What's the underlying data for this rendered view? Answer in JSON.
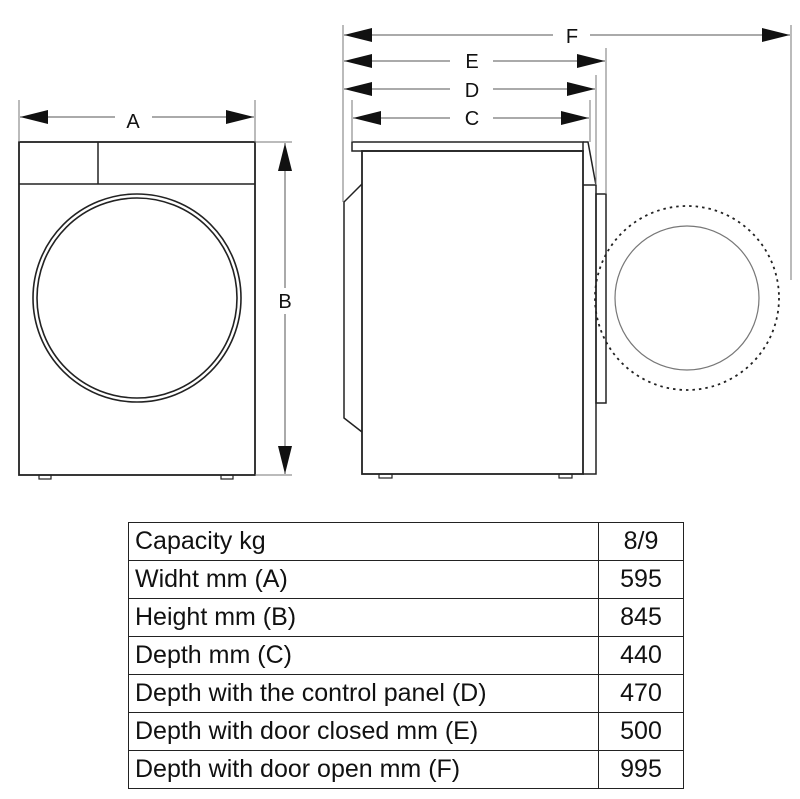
{
  "diagram": {
    "labels": {
      "A": "A",
      "B": "B",
      "C": "C",
      "D": "D",
      "E": "E",
      "F": "F"
    }
  },
  "table": {
    "rows": [
      {
        "label": "Capacity kg",
        "value": "8/9"
      },
      {
        "label": "Widht mm (A)",
        "value": "595"
      },
      {
        "label": "Height mm (B)",
        "value": "845"
      },
      {
        "label": "Depth mm (C)",
        "value": "440"
      },
      {
        "label": "Depth with the control panel (D)",
        "value": "470"
      },
      {
        "label": "Depth with door closed mm (E)",
        "value": "500"
      },
      {
        "label": "Depth with door open mm (F)",
        "value": "995"
      }
    ]
  }
}
